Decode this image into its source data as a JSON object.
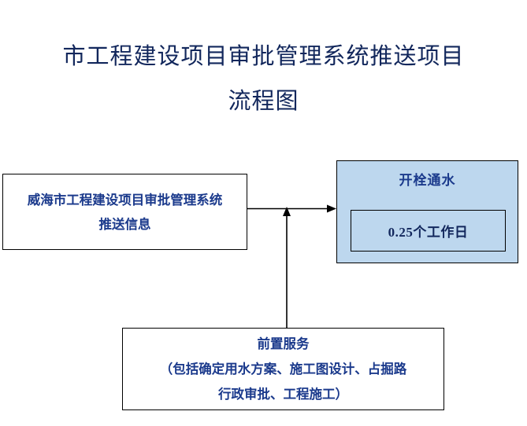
{
  "page": {
    "background": "#ffffff",
    "title_color": "#12275c",
    "node_text_color": "#1b3a8c",
    "highlight_fill": "#bdd7ee",
    "stroke_color": "#000000"
  },
  "title": {
    "line1": "市工程建设项目审批管理系统推送项目",
    "line2": "流程图"
  },
  "nodes": {
    "source": {
      "line1": "威海市工程建设项目审批管理系统",
      "line2": "推送信息"
    },
    "result": {
      "heading": "开栓通水",
      "duration": "0.25个工作日"
    },
    "prerequisite": {
      "line1": "前置服务",
      "line2": "（包括确定用水方案、施工图设计、占掘路",
      "line3": "行政审批、工程施工）"
    }
  },
  "connectors": [
    {
      "name": "source-to-result",
      "from": "source",
      "to": "result",
      "direction": "right",
      "label": ""
    },
    {
      "name": "prerequisite-to-flow",
      "from": "prerequisite",
      "to": "source-to-result",
      "direction": "up",
      "label": ""
    }
  ],
  "chart_data": {
    "type": "diagram",
    "title": "市工程建设项目审批管理系统推送项目流程图",
    "nodes": [
      {
        "id": "source",
        "label": "威海市工程建设项目审批管理系统推送信息",
        "fill": "#ffffff"
      },
      {
        "id": "result",
        "label": "开栓通水",
        "detail": "0.25个工作日",
        "fill": "#bdd7ee"
      },
      {
        "id": "prerequisite",
        "label": "前置服务（包括确定用水方案、施工图设计、占掘路行政审批、工程施工）",
        "fill": "#ffffff"
      }
    ],
    "edges": [
      {
        "from": "source",
        "to": "result"
      },
      {
        "from": "prerequisite",
        "to": "result"
      }
    ]
  }
}
